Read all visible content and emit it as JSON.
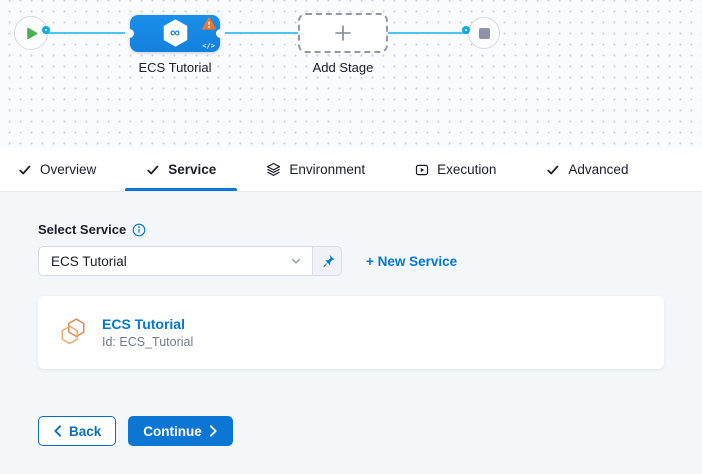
{
  "icons": {
    "infinity": "∞",
    "code": "</>"
  },
  "pipeline": {
    "stage_label": "ECS Tutorial",
    "add_stage_label": "Add Stage"
  },
  "tabs": [
    {
      "label": "Overview",
      "icon": "check"
    },
    {
      "label": "Service",
      "icon": "check",
      "active": true
    },
    {
      "label": "Environment",
      "icon": "layers"
    },
    {
      "label": "Execution",
      "icon": "execution"
    },
    {
      "label": "Advanced",
      "icon": "check"
    }
  ],
  "service_form": {
    "label": "Select Service",
    "dropdown_value": "ECS Tutorial",
    "new_service_label": "+ New Service"
  },
  "service_card": {
    "title": "ECS Tutorial",
    "id": "Id: ECS_Tutorial"
  },
  "footer": {
    "back_label": "Back",
    "continue_label": "Continue"
  },
  "colors": {
    "primary_blue": "#0278d5",
    "node_blue": "#1787e2",
    "line_cyan": "#4fc4f4",
    "warning_orange": "#f4762a",
    "play_green": "#4db050",
    "card_icon_orange": "#e8803d",
    "canvas_bg": "#f9fbfe",
    "content_bg": "#f4f7fa"
  }
}
